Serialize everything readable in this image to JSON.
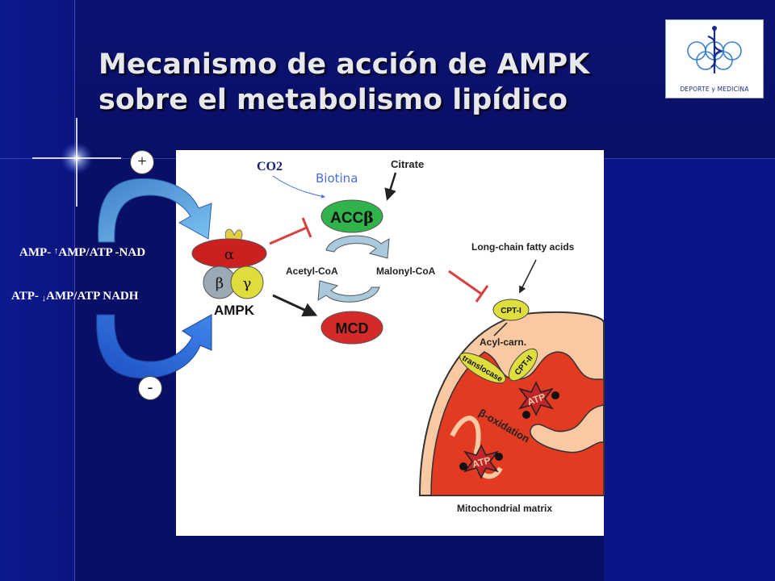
{
  "slide": {
    "title_line1": "Mecanismo de acción de AMPK",
    "title_line2": "sobre el metabolismo lipídico"
  },
  "logo": {
    "caption": "DEPORTE y MEDICINA"
  },
  "regulation": {
    "plus_sign": "+",
    "minus_sign": "-",
    "activator_prefix": "AMP- ",
    "activator_text": "AMP/ATP -NAD",
    "inhibitor_prefix": "ATP- ",
    "inhibitor_text": "AMP/ATP NADH"
  },
  "annotations": {
    "co2": "CO2",
    "biotina": "Biotina"
  },
  "diagram": {
    "citrate": "Citrate",
    "acc": "ACC",
    "acc_greek": "β",
    "acetyl_coa": "Acetyl-CoA",
    "malonyl_coa": "Malonyl-CoA",
    "mcd": "MCD",
    "long_chain": "Long-chain fatty acids",
    "cpt1": "CPT-I",
    "acyl_carn": "Acyl-carn.",
    "translocase": "translocase",
    "cpt2": "CPT-II",
    "beta_oxidation": "β-oxidation",
    "atp": "ATP",
    "mito_matrix": "Mitochondrial matrix",
    "ampk": "AMPK",
    "alpha": "α",
    "beta": "β",
    "gamma": "γ"
  },
  "colors": {
    "background": "#0a0f66",
    "title": "#e6e8ee",
    "acc_green": "#2fb34a",
    "mcd_red": "#d42a2a",
    "inhibit_red": "#d8403f",
    "cpt_yellow": "#dede3c",
    "mito_peach": "#f9c9a3",
    "matrix_red": "#e33a22",
    "arrow_blue": "#5aa7e6"
  }
}
